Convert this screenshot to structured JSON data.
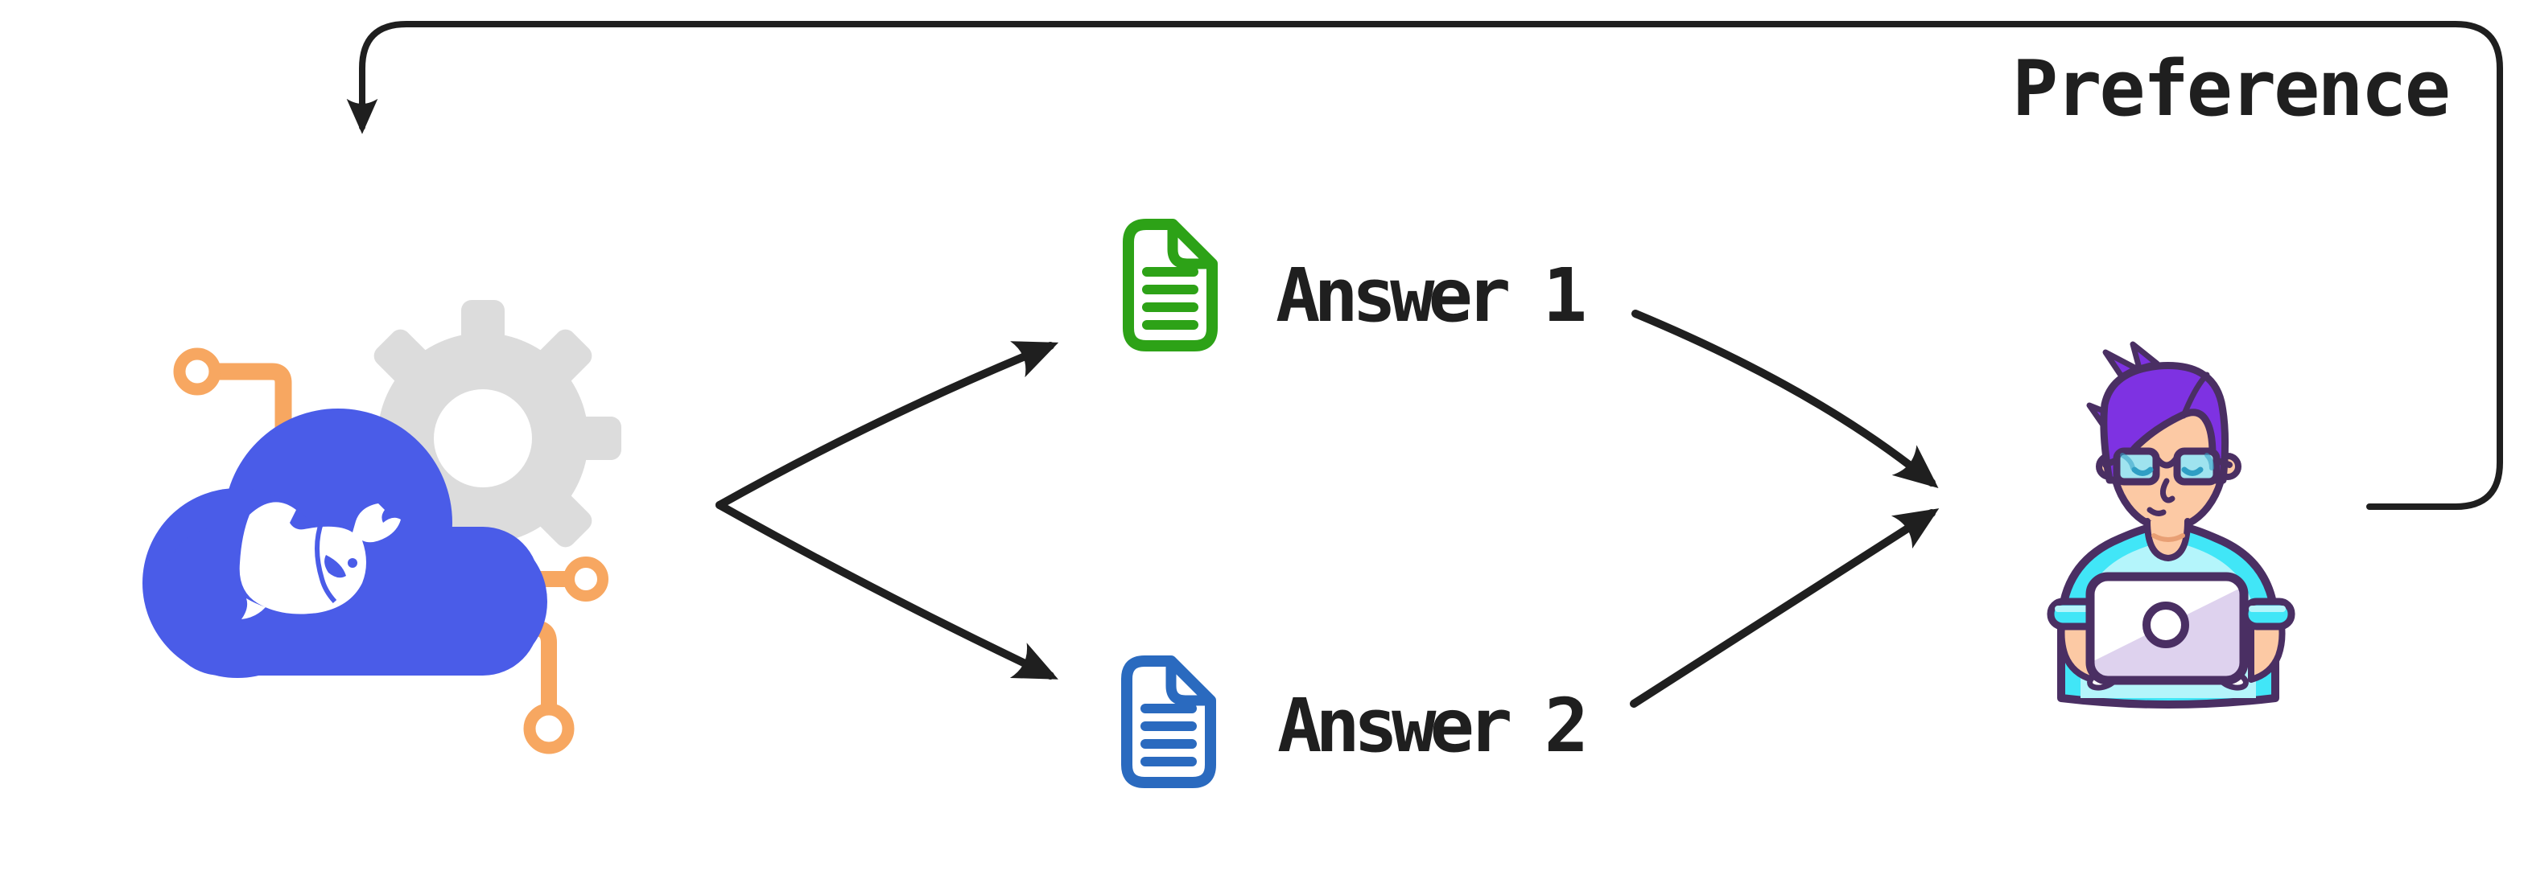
{
  "labels": {
    "answer1": "Answer 1",
    "answer2": "Answer 2",
    "preference": "Preference"
  },
  "icons": {
    "model": "ai-cloud-whale-with-gear-and-circuit",
    "answer1_doc": "document-icon-green",
    "answer2_doc": "document-icon-blue",
    "evaluator": "person-at-laptop",
    "feedback": "preference-feedback-loop-arrow"
  },
  "colors": {
    "ink": "#1f1f1f",
    "cloud": "#4a5ce8",
    "circuit": "#f7a761",
    "gear": "#dcdcdc",
    "doc_green": "#2da217",
    "doc_blue": "#2a6abf",
    "outline": "#4a2f63",
    "hair": "#7e32e2",
    "skin": "#fcc9a4",
    "skin_deep": "#e89f74",
    "shirt": "#41e6f7",
    "shirt_light": "#b4f5fb",
    "lens": "#9fe3ef",
    "lens_accent": "#2f9ec4",
    "laptop_shade": "#ded2ee",
    "white": "#ffffff"
  }
}
